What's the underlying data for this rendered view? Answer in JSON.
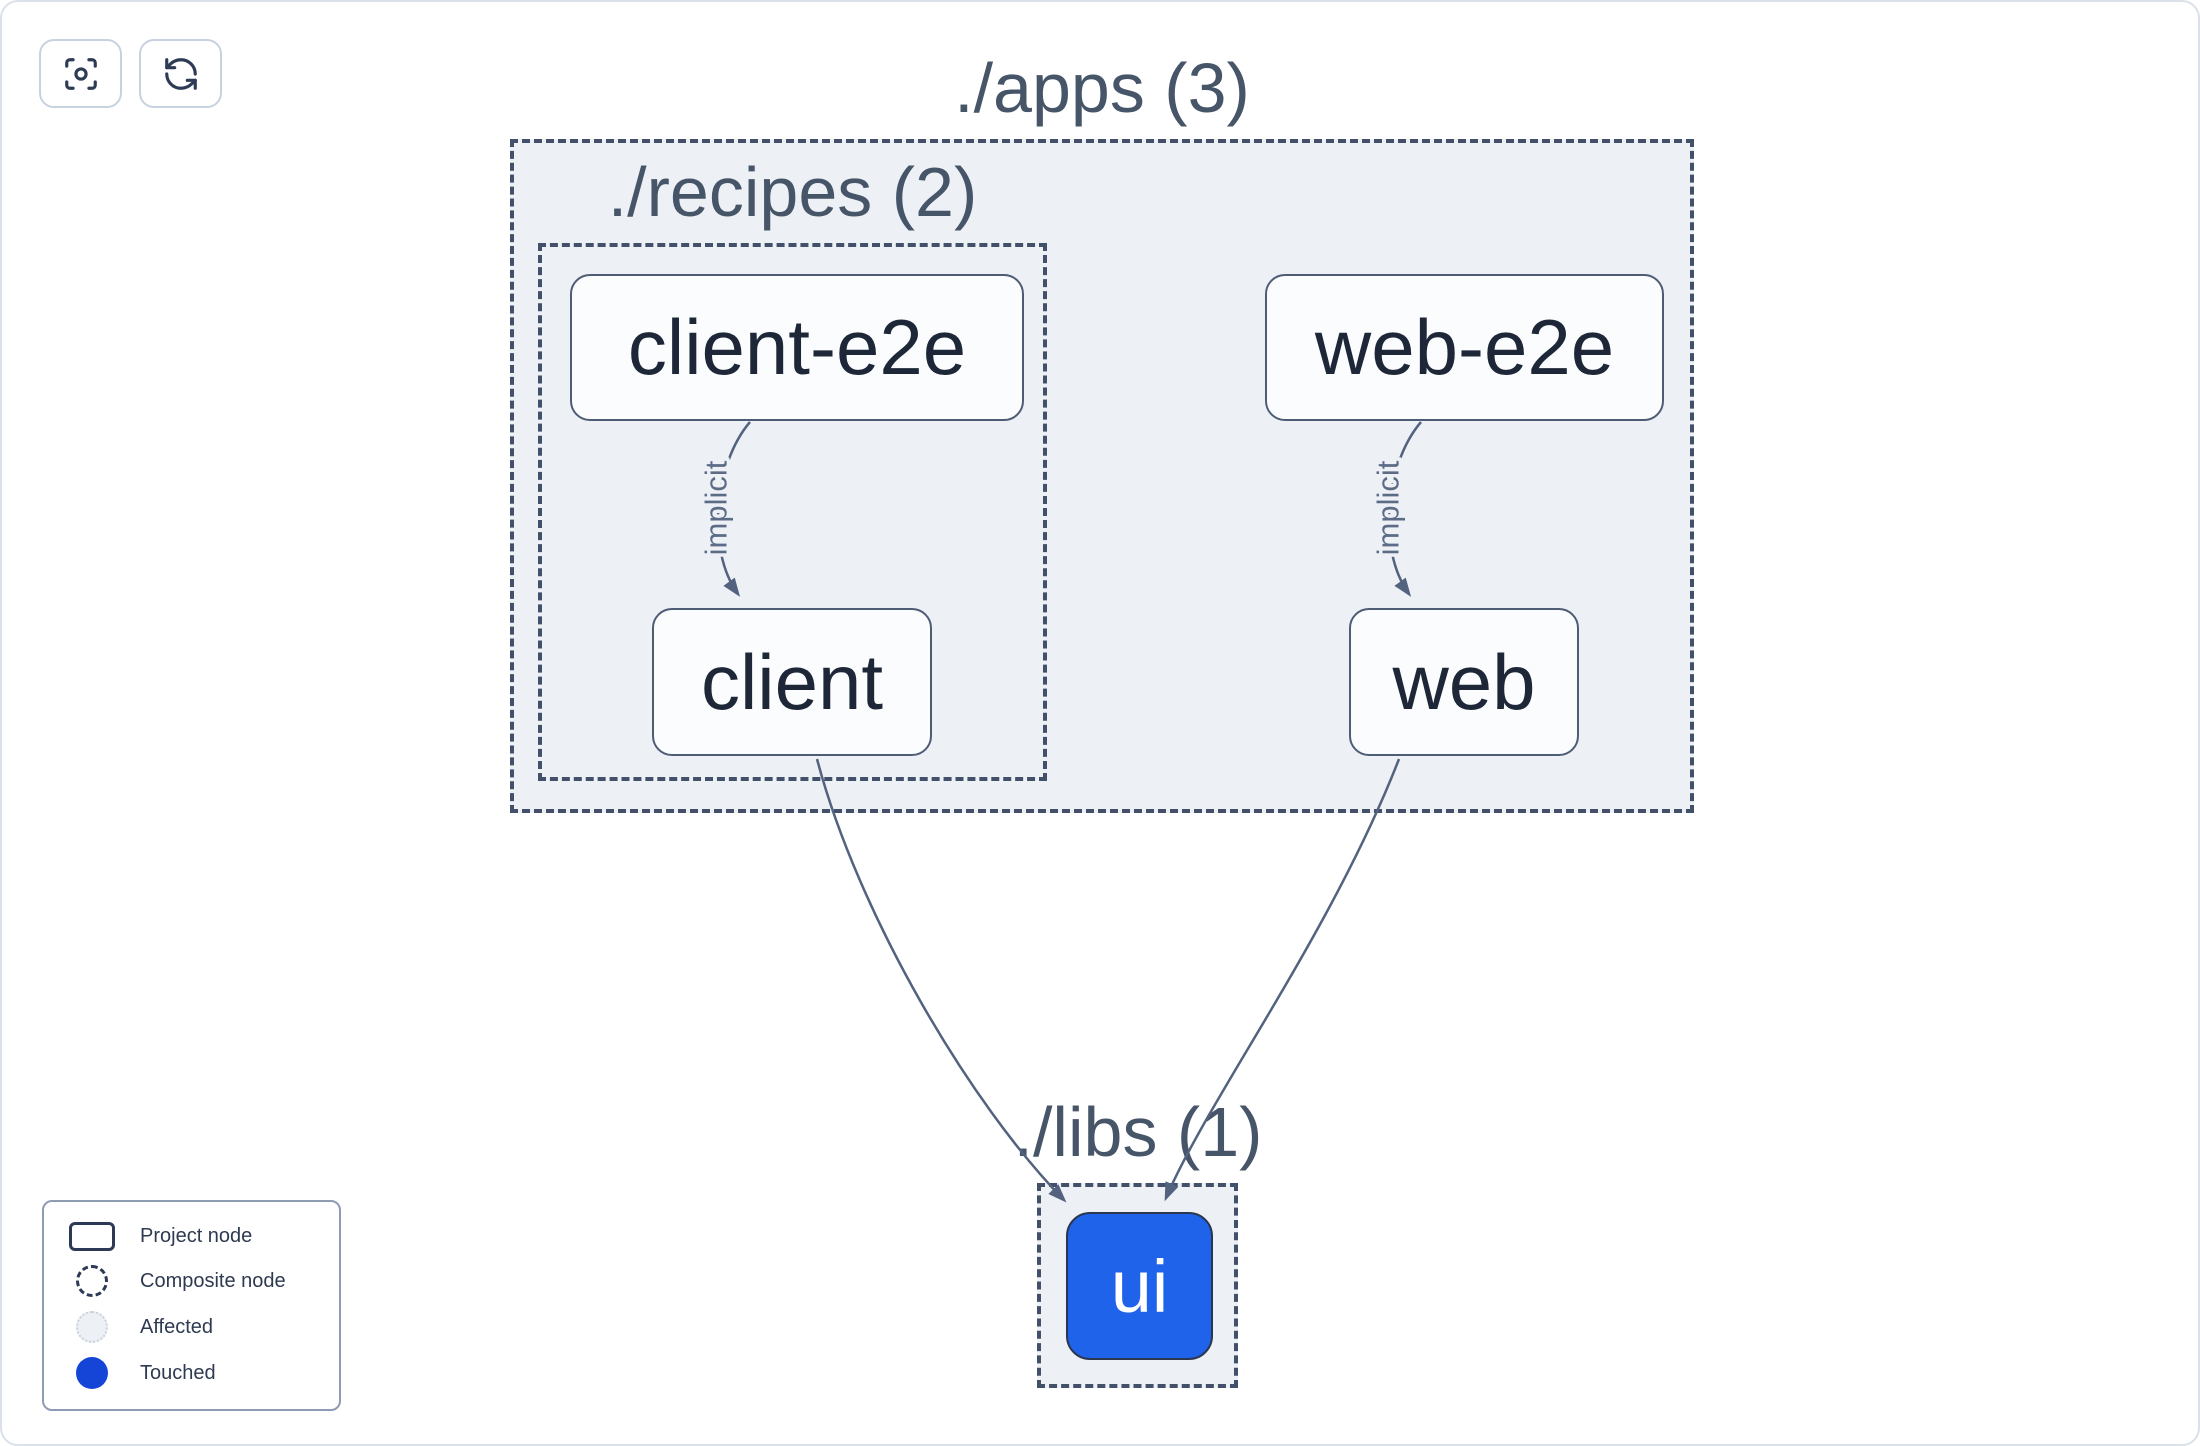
{
  "toolbar": {
    "buttons": [
      {
        "name": "center-graph",
        "icon": "crosshair-focus-icon"
      },
      {
        "name": "refresh-graph",
        "icon": "refresh-icon"
      }
    ]
  },
  "graph": {
    "groups": [
      {
        "id": "apps",
        "label": "./apps (3)"
      },
      {
        "id": "recipes",
        "label": "./recipes (2)"
      },
      {
        "id": "libs",
        "label": "./libs (1)"
      }
    ],
    "nodes": [
      {
        "id": "client-e2e",
        "label": "client-e2e",
        "state": "default"
      },
      {
        "id": "web-e2e",
        "label": "web-e2e",
        "state": "default"
      },
      {
        "id": "client",
        "label": "client",
        "state": "default"
      },
      {
        "id": "web",
        "label": "web",
        "state": "default"
      },
      {
        "id": "ui",
        "label": "ui",
        "state": "touched"
      }
    ],
    "edges": [
      {
        "from": "client-e2e",
        "to": "client",
        "label": "implicit"
      },
      {
        "from": "web-e2e",
        "to": "web",
        "label": "implicit"
      },
      {
        "from": "client",
        "to": "ui",
        "label": ""
      },
      {
        "from": "web",
        "to": "ui",
        "label": ""
      }
    ]
  },
  "legend": {
    "items": [
      {
        "icon": "project-node-icon",
        "label": "Project node"
      },
      {
        "icon": "composite-node-icon",
        "label": "Composite node"
      },
      {
        "icon": "affected-icon",
        "label": "Affected"
      },
      {
        "icon": "touched-icon",
        "label": "Touched"
      }
    ]
  },
  "colors": {
    "touched_node": "#2063eb",
    "touched_legend": "#1545d6",
    "group_fill": "#edf1f6",
    "dashed_border": "#43506a",
    "edge": "#53627e",
    "node_text": "#1d2737",
    "title_text": "#475569"
  }
}
